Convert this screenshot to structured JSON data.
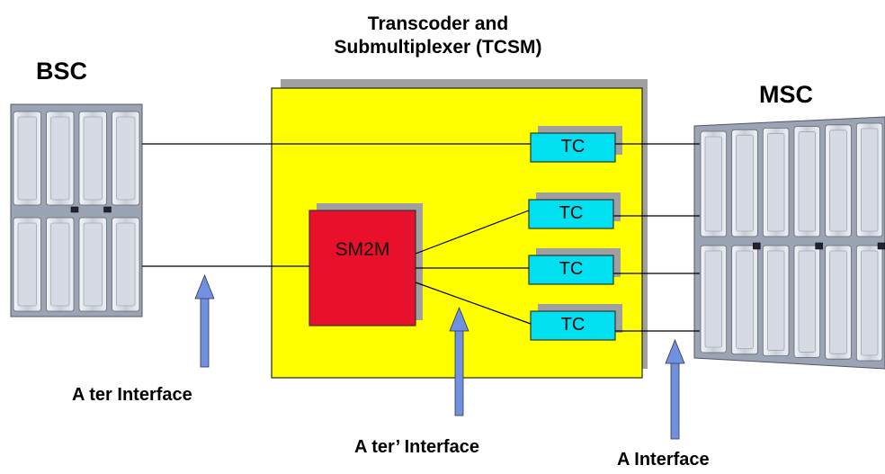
{
  "title": {
    "line1": "Transcoder and",
    "line2": "Submultiplexer (TCSM)"
  },
  "bsc": {
    "label": "BSC"
  },
  "msc": {
    "label": "MSC"
  },
  "submux": {
    "label": "SM2M"
  },
  "transcoders": [
    {
      "label": "TC"
    },
    {
      "label": "TC"
    },
    {
      "label": "TC"
    },
    {
      "label": "TC"
    }
  ],
  "interfaces": {
    "ater": "A ter Interface",
    "ater_prime": "A ter’ Interface",
    "a": "A Interface"
  },
  "colors": {
    "tcsm_box": "#ffff00",
    "box_shadow": "#a0a0a0",
    "submux": "#e8102a",
    "transcoder": "#00e0f0",
    "arrow": "#7090e0",
    "rack_light": "#e8ecf2",
    "rack_dark": "#9aa4b4"
  }
}
